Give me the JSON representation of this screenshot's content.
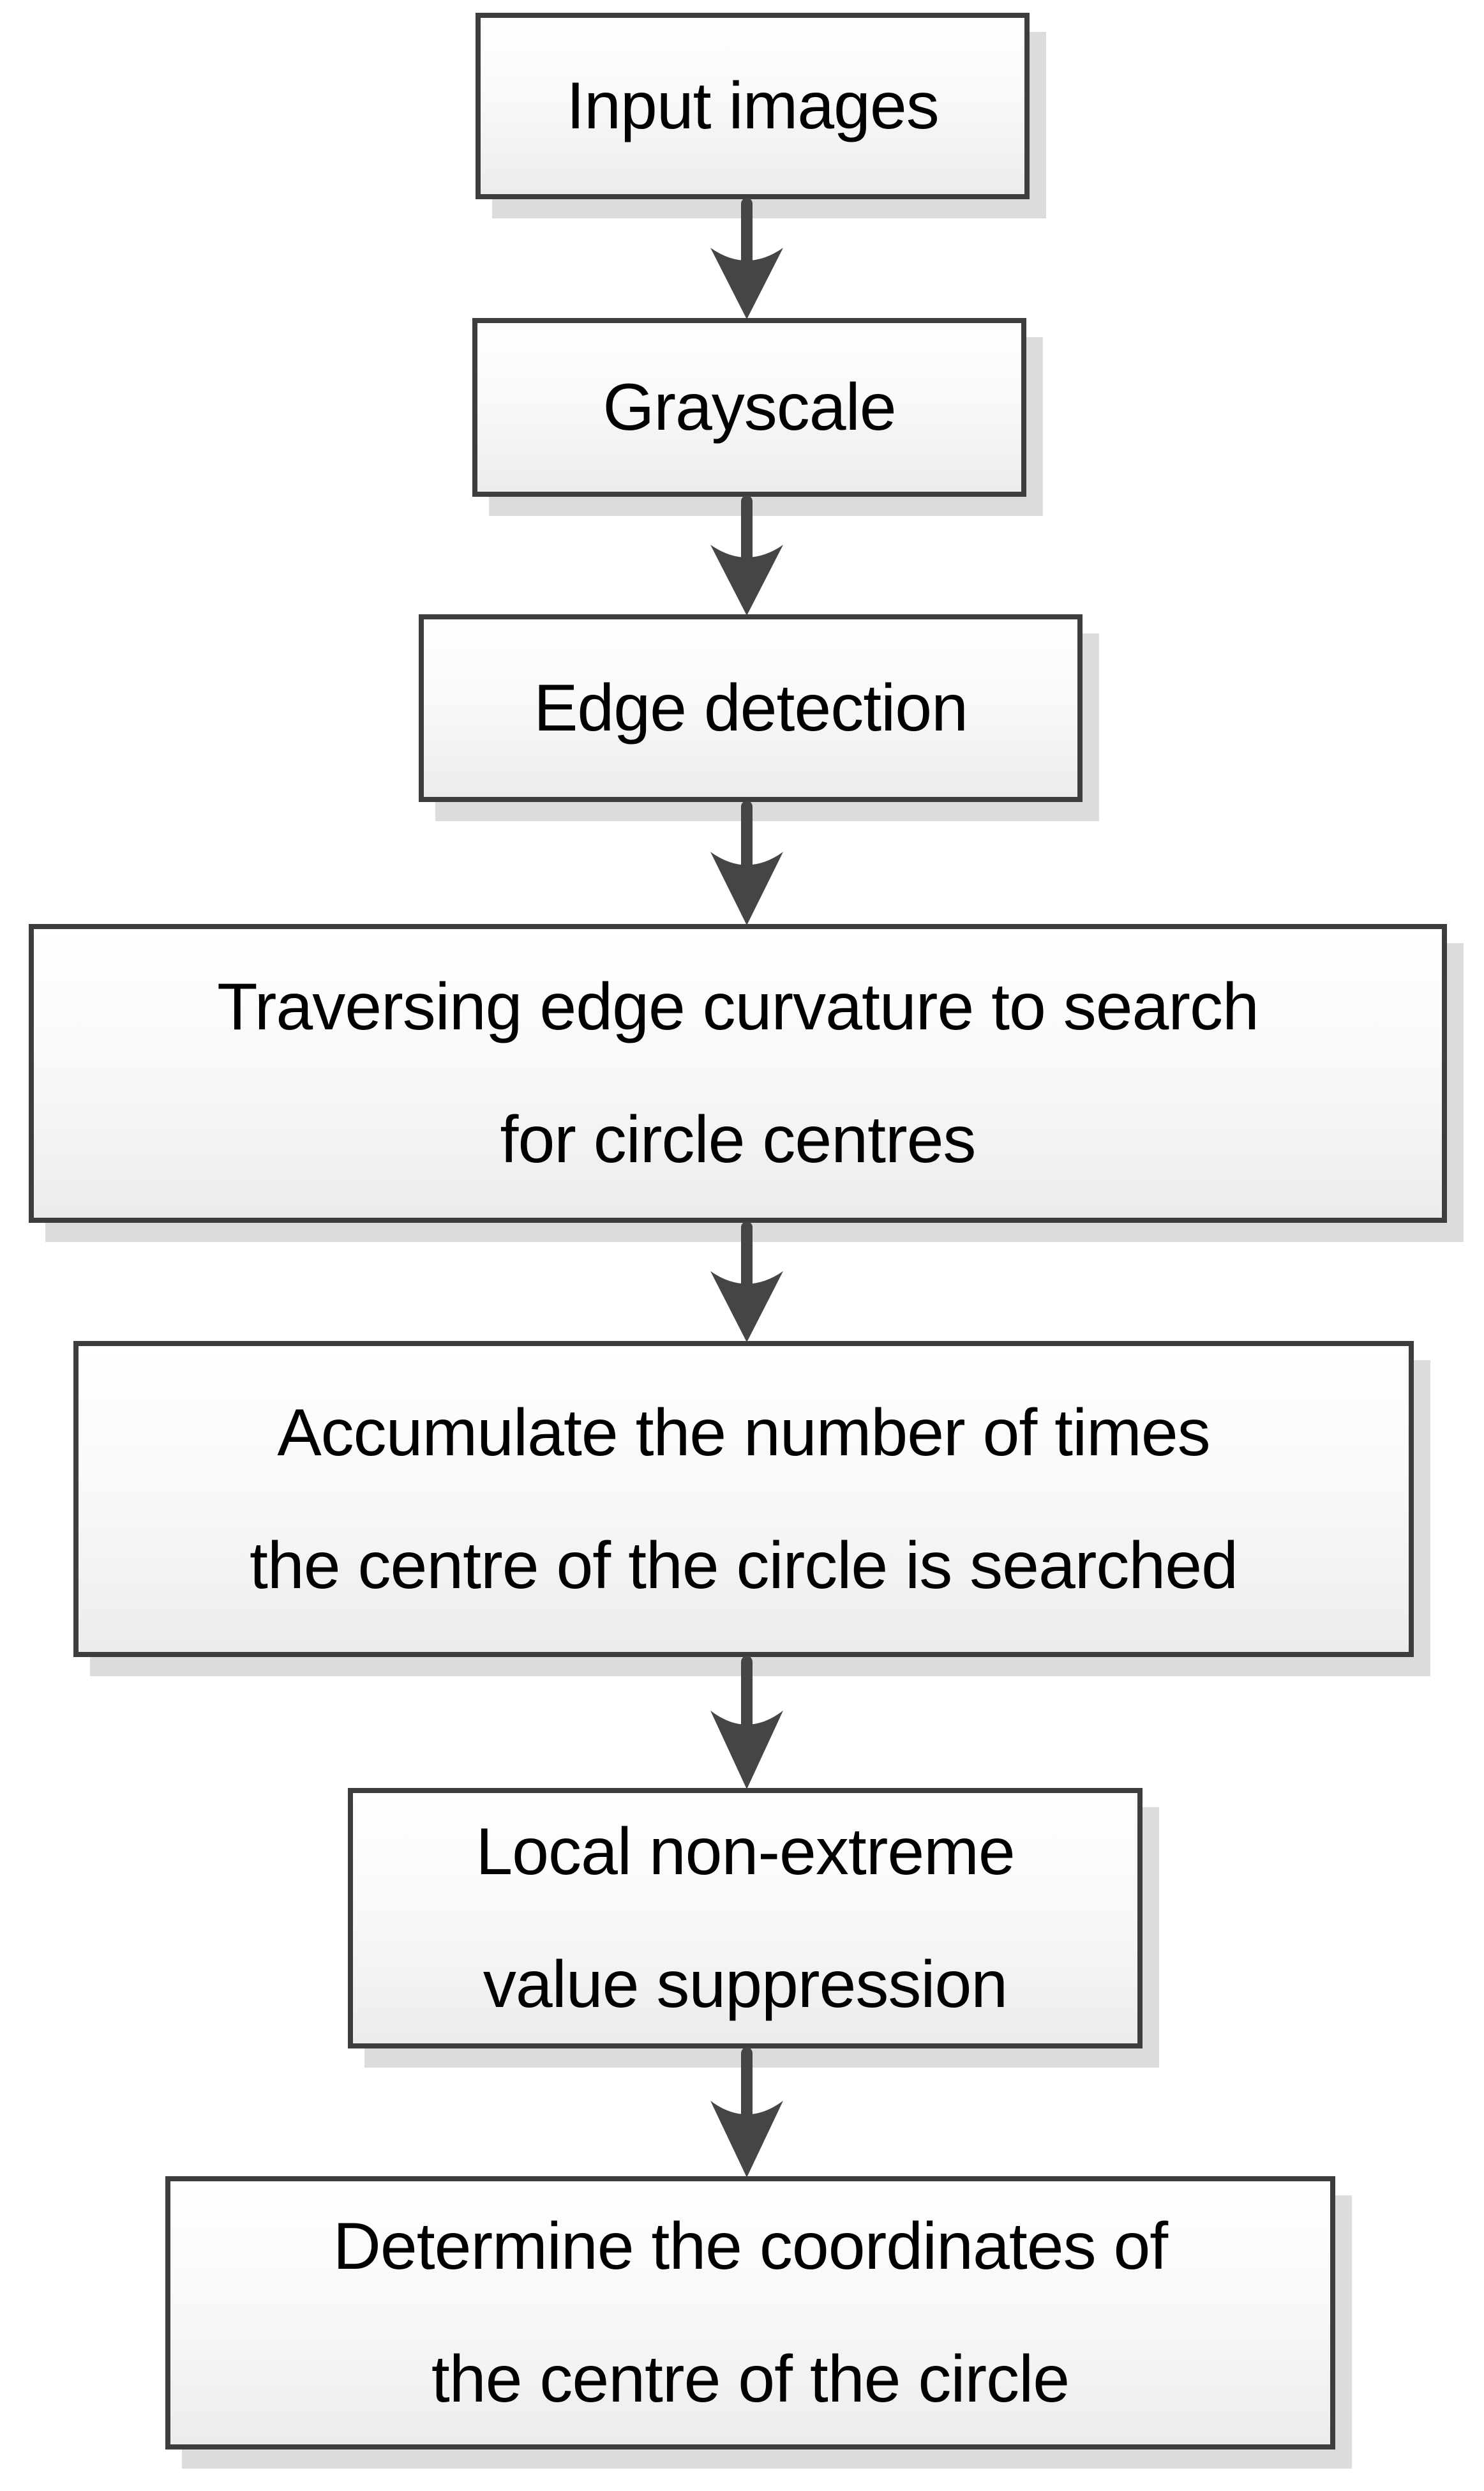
{
  "diagram": {
    "type": "flowchart",
    "direction": "top-to-bottom",
    "colors": {
      "box_border": "#3d3d3d",
      "box_fill_top": "#ffffff",
      "box_fill_bottom": "#ececec",
      "box_shadow": "#dcdcdc",
      "arrow": "#454545",
      "text": "#000000",
      "background": "#ffffff"
    },
    "connector_icon": "down-arrow"
  },
  "steps": [
    {
      "id": 1,
      "label": "Input images"
    },
    {
      "id": 2,
      "label": "Grayscale"
    },
    {
      "id": 3,
      "label": "Edge detection"
    },
    {
      "id": 4,
      "label": "Traversing edge curvature to search\nfor circle centres"
    },
    {
      "id": 5,
      "label": "Accumulate the number of times\nthe centre of the circle is searched"
    },
    {
      "id": 6,
      "label": "Local non-extreme\nvalue suppression"
    },
    {
      "id": 7,
      "label": "Determine the coordinates of\nthe centre of the circle"
    }
  ]
}
